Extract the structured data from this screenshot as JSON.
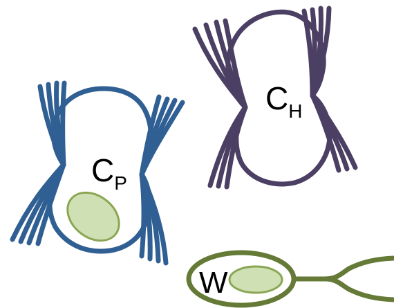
{
  "diagram": {
    "background": "#ffffff",
    "cells": [
      {
        "id": "cp",
        "label_main": "C",
        "label_sub": "P",
        "color": "#2f5f93",
        "has_inclusion": true,
        "inclusion_fill": "#cfe0b5",
        "inclusion_stroke": "#8aa653"
      },
      {
        "id": "ch",
        "label_main": "C",
        "label_sub": "H",
        "color": "#4b3f63",
        "has_inclusion": false
      },
      {
        "id": "w",
        "label_main": "W",
        "label_sub": "",
        "color": "#647a36",
        "has_inclusion": true,
        "inclusion_fill": "#cfe0b5",
        "inclusion_stroke": "#8aa653"
      }
    ]
  }
}
